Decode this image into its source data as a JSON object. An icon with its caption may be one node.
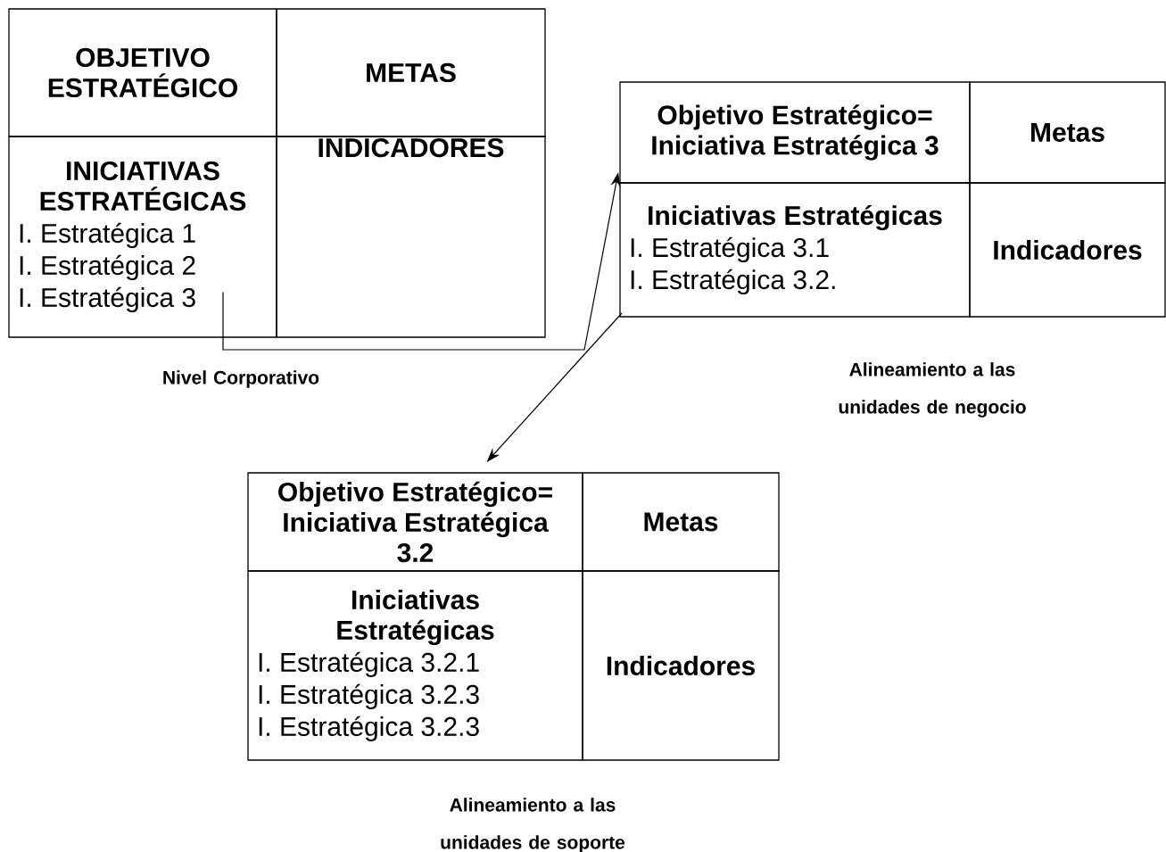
{
  "diagram": {
    "nodes": [
      {
        "text": [
          "OBJETIVO ESTRATÉGICO"
        ]
      },
      {
        "text": [
          "METAS"
        ]
      },
      {
        "text": [
          "INICIATIVAS ESTRATÉGICAS",
          "I. Estratégica 1",
          "I. Estratégica 2",
          "I. Estratégica 3"
        ]
      },
      {
        "text": [
          "INDICADORES"
        ]
      },
      {
        "text": [
          "Objetivo Estratégico= Iniciativa Estratégica 3"
        ]
      },
      {
        "text": [
          "Metas"
        ]
      },
      {
        "text": [
          "Iniciativas Estratégicas",
          "I. Estratégica 3.1",
          "I. Estratégica 3.2."
        ]
      },
      {
        "text": [
          "Indicadores"
        ]
      },
      {
        "text": [
          "Objetivo Estratégico= Iniciativa Estratégica 3.2"
        ]
      },
      {
        "text": [
          "Metas"
        ]
      },
      {
        "text": [
          "Iniciativas Estratégicas",
          "I. Estratégica 3.2.1",
          "I. Estratégica 3.2.3",
          "I. Estratégica 3.2.3"
        ]
      },
      {
        "text": [
          "Indicadores"
        ]
      }
    ],
    "edges": [
      {
        "from": 2,
        "to": 4,
        "arrow": "to"
      },
      {
        "from": 6,
        "to": 8,
        "arrow": "to"
      }
    ],
    "labels": [
      "Nivel Corporativo",
      "Alineamiento a las unidades de negocio",
      "Alineamiento a las unidades de soporte"
    ]
  }
}
